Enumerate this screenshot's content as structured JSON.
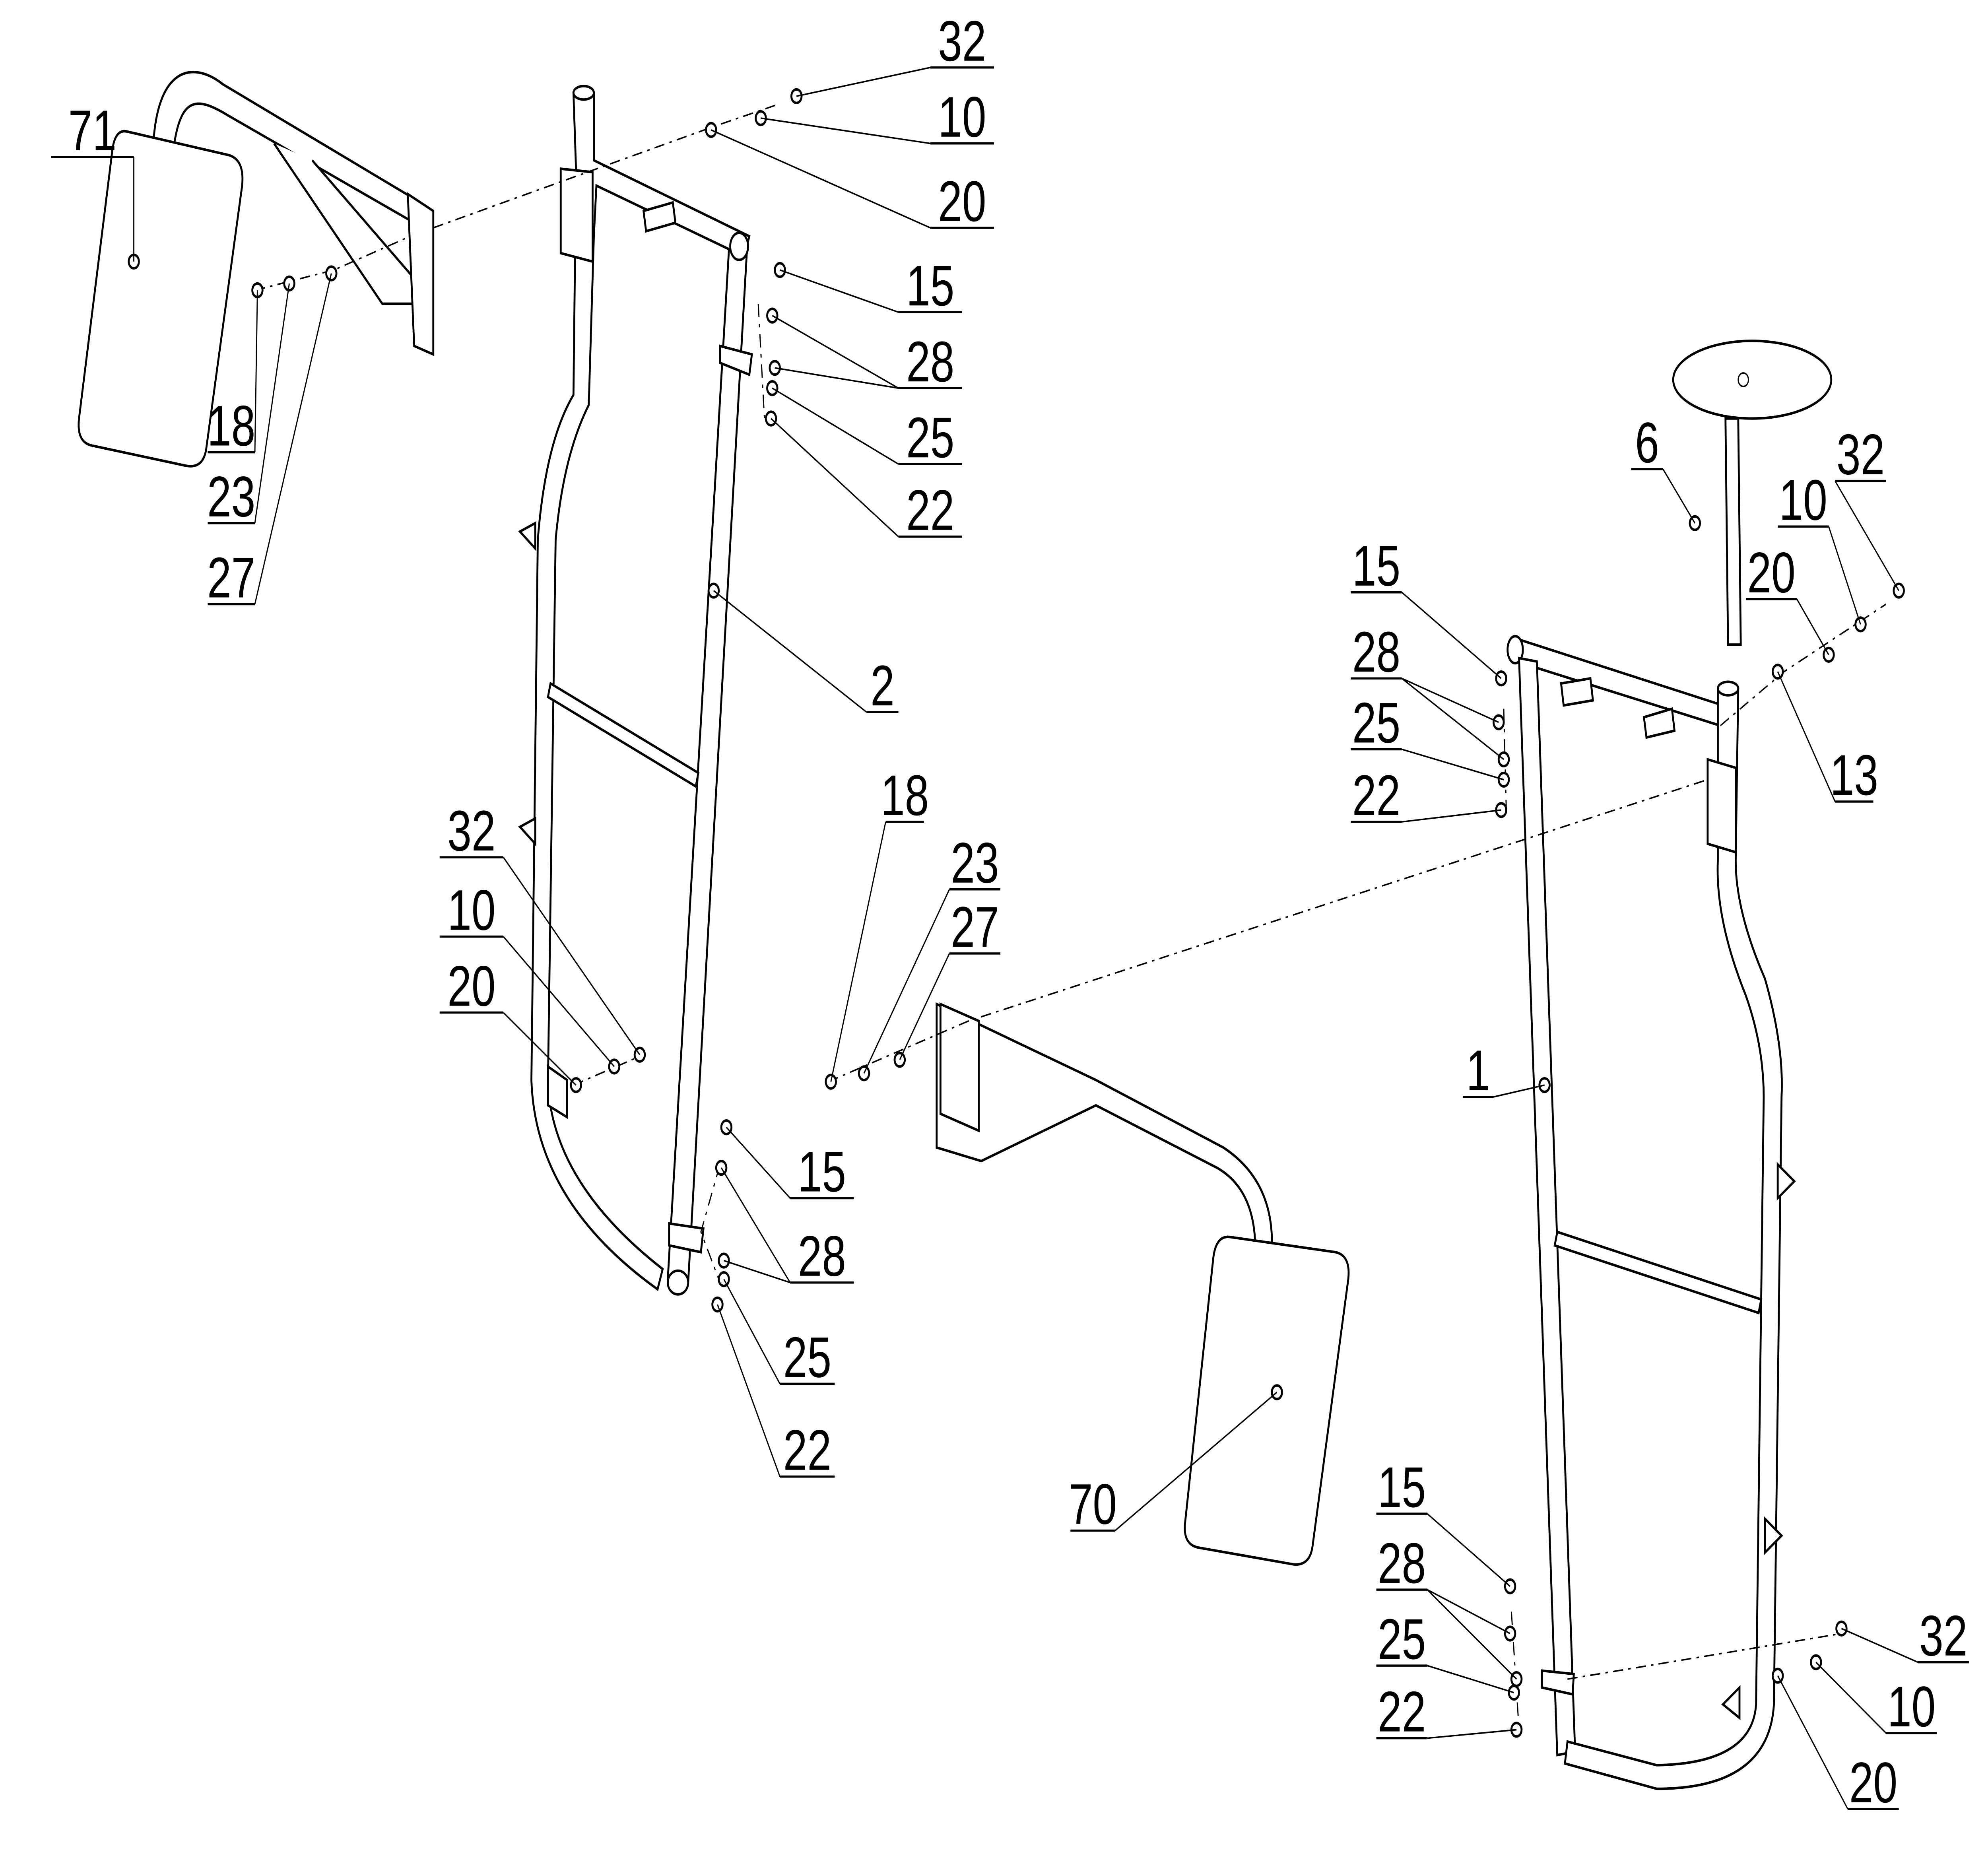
{
  "title": "Exploded assembly view of mirror brackets",
  "callouts": [
    "71",
    "32",
    "10",
    "20",
    "15",
    "28",
    "25",
    "22",
    "18",
    "23",
    "27",
    "2",
    "32",
    "10",
    "20",
    "15",
    "28",
    "25",
    "22",
    "18",
    "23",
    "27",
    "70",
    "1",
    "6",
    "32",
    "10",
    "20",
    "13",
    "15",
    "28",
    "25",
    "22",
    "15",
    "28",
    "25",
    "22",
    "32",
    "10",
    "20"
  ]
}
